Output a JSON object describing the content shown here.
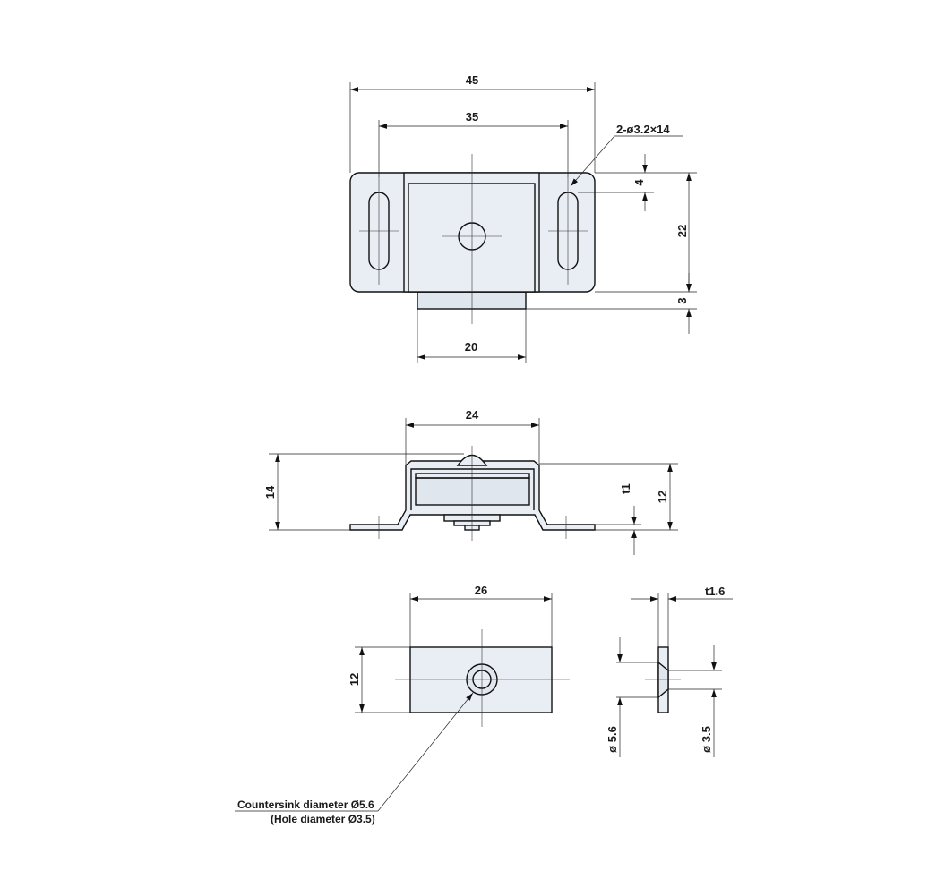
{
  "top_view": {
    "dim_overall_width": "45",
    "dim_hole_pitch": "35",
    "dim_slot_callout": "2-ø3.2×14",
    "dim_top_to_slot": "4",
    "dim_height": "22",
    "dim_magnet_protrusion": "3",
    "dim_magnet_width": "20"
  },
  "side_view": {
    "dim_top_width": "24",
    "dim_overall_height": "14",
    "dim_thickness": "t1",
    "dim_body_height": "12"
  },
  "strike_plate": {
    "dim_width": "26",
    "dim_height": "12",
    "dim_thickness": "t1.6",
    "dim_countersink": "ø 5.6",
    "dim_hole": "ø 3.5",
    "note_line1": "Countersink diameter Ø5.6",
    "note_line2": "(Hole diameter Ø3.5)"
  }
}
